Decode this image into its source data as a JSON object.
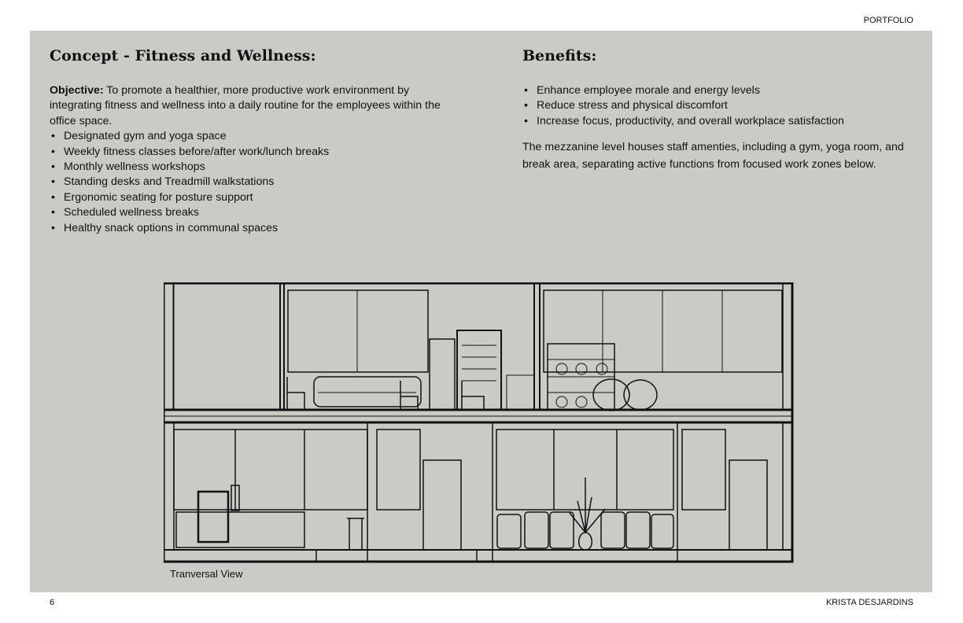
{
  "header": {
    "label": "PORTFOLIO"
  },
  "concept": {
    "title": "Concept - Fitness and Wellness:",
    "objective_label": "Objective:",
    "objective_text": " To promote a healthier, more productive work environment by integrating fitness and wellness into a daily routine for the employees within the office space.",
    "items": [
      "Designated gym and yoga space",
      "Weekly fitness classes before/after work/lunch breaks",
      "Monthly wellness workshops",
      "Standing desks and Treadmill walkstations",
      "Ergonomic seating for posture support",
      "Scheduled wellness breaks",
      "Healthy snack options in communal spaces"
    ]
  },
  "benefits": {
    "title": "Benefits:",
    "items": [
      "Enhance employee morale and energy levels",
      "Reduce stress and physical discomfort",
      "Increase focus, productivity, and overall workplace satisfaction"
    ],
    "paragraph": "The mezzanine level houses staff amenties, including a gym, yoga room, and break area, separating active functions from focused work zones below."
  },
  "drawing": {
    "caption": "Tranversal View"
  },
  "footer": {
    "page_number": "6",
    "author": "KRISTA DESJARDINS"
  }
}
